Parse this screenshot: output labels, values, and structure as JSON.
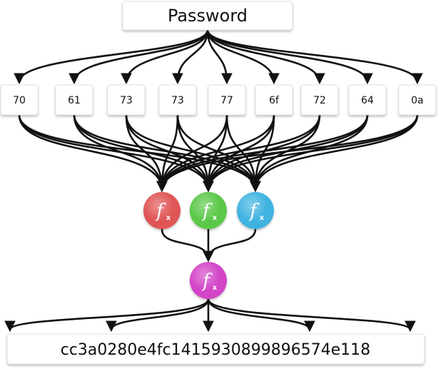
{
  "source": {
    "label": "Password"
  },
  "bytes": [
    "70",
    "61",
    "73",
    "73",
    "77",
    "6f",
    "72",
    "64",
    "0a"
  ],
  "functions": {
    "stage1": [
      {
        "color": "#e05555",
        "label_main": "f",
        "label_sub": "x"
      },
      {
        "color": "#5cc84a",
        "label_main": "f",
        "label_sub": "x"
      },
      {
        "color": "#3fb3e0",
        "label_main": "f",
        "label_sub": "x"
      }
    ],
    "final": {
      "color": "#d244c6",
      "label_main": "f",
      "label_sub": "x"
    }
  },
  "output": {
    "hash": "cc3a0280e4fc1415930899896574e118"
  }
}
